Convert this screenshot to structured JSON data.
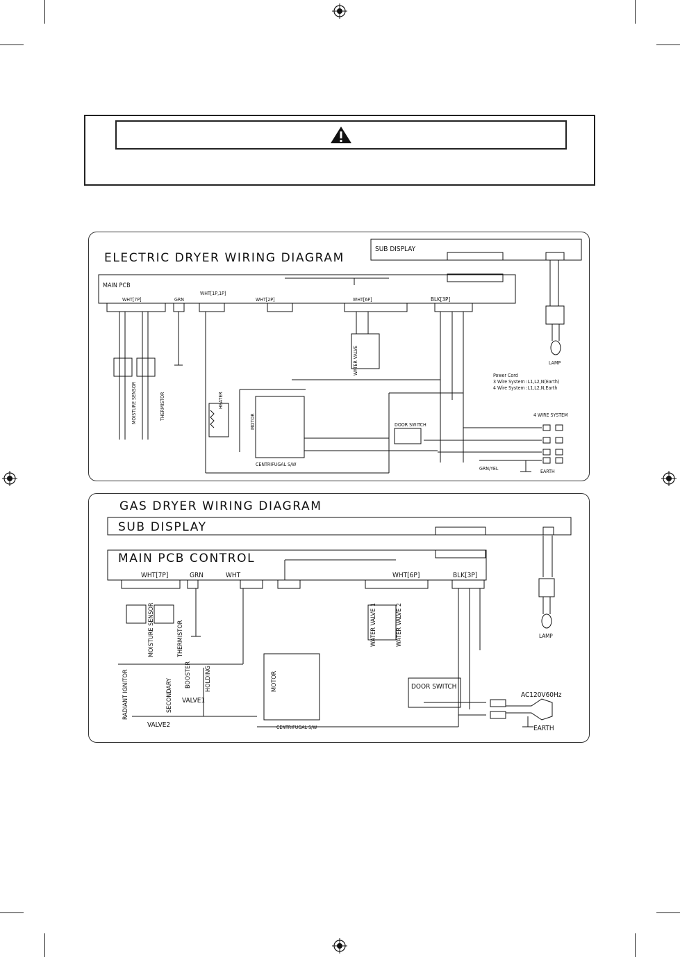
{
  "electric": {
    "title": "ELECTRIC DRYER WIRING DIAGRAM",
    "sub_display": "SUB DISPLAY",
    "main_pcb": "MAIN PCB",
    "wht7p": "WHT[7P]",
    "grn": "GRN",
    "wht1p1p": "WHT[1P,1P]",
    "wht2p": "WHT[2P]",
    "wht6p": "WHT[6P]",
    "blk3p": "BLK[3P]",
    "power_cord": [
      "Power Cord",
      "3 Wire System :L1,L2,N(Earth)",
      "4 Wire System :L1,L2,N,Earth"
    ],
    "four_wire": "4 WIRE SYSTEM",
    "door_switch": "DOOR SWITCH",
    "moisture_sensor": "MOISTURE SENSOR",
    "thermistor": "THERMISTOR",
    "heater": "HEATER",
    "motor": "MOTOR",
    "centrifugal": "CENTRIFUGAL S/W",
    "lamp": "LAMP",
    "water_valve": "WATER VALVE",
    "earth": "EARTH",
    "grn_yel": "GRN/YEL"
  },
  "gas": {
    "title": "GAS DRYER WIRING DIAGRAM",
    "sub_display": "SUB DISPLAY",
    "main_pcb": "MAIN PCB CONTROL",
    "wht7p": "WHT[7P]",
    "grn": "GRN",
    "wht": "WHT",
    "wht6p": "WHT[6P]",
    "blk3p": "BLK[3P]",
    "door_switch": "DOOR SWITCH",
    "ac": "AC120V60Hz",
    "earth": "EARTH",
    "moisture_sensor": "MOISTURE SENSOR",
    "thermistor": "THERMISTOR",
    "radiant_ignitor": "RADIANT IGNITOR",
    "booster": "BOOSTER",
    "holding": "HOLDING",
    "valve1": "VALVE1",
    "valve2": "VALVE2",
    "secondary": "SECONDARY",
    "motor": "MOTOR",
    "centrifugal": "CENTRIFUGAL S/W",
    "lamp": "LAMP",
    "water_valve_1": "WATER VALVE 1",
    "water_valve_2": "WATER VALVE 2"
  },
  "colors": {
    "ink": "#111111",
    "frame": "#333333"
  },
  "icons": {
    "warning": "warning-triangle-icon",
    "registration": "registration-mark-icon"
  }
}
